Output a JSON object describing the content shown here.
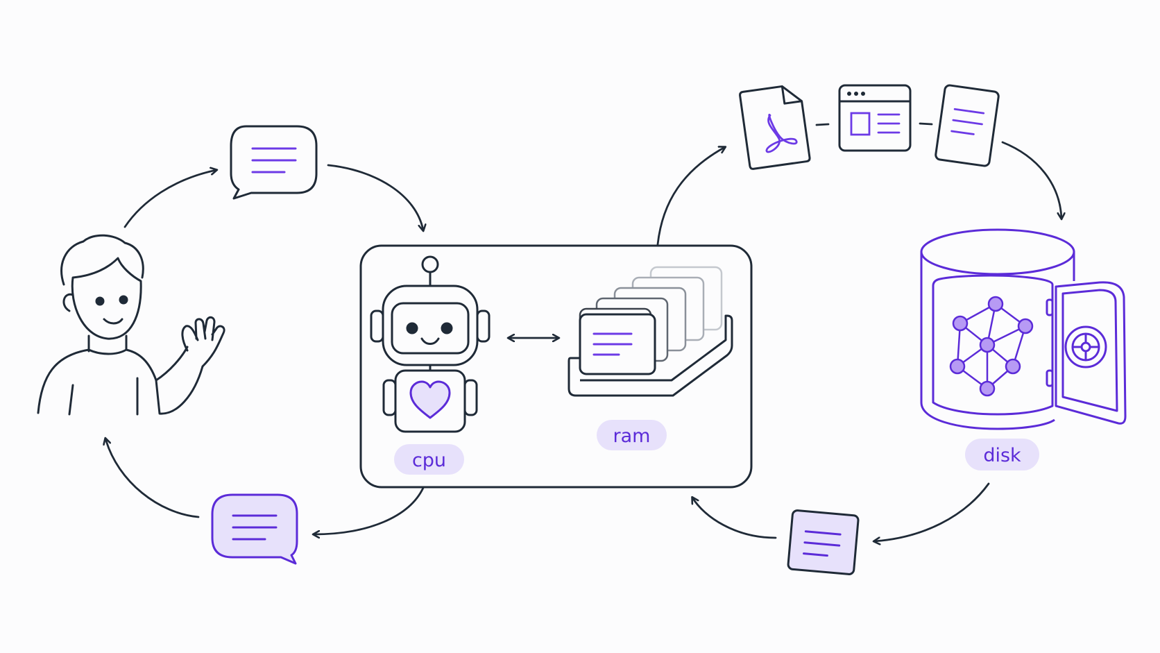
{
  "labels": {
    "cpu": "cpu",
    "ram": "ram",
    "disk": "disk"
  },
  "colors": {
    "stroke": "#1f2a37",
    "accent": "#5b2bd8",
    "accent_fill": "#e7e1fb",
    "background": "#fcfcfd"
  },
  "icons": [
    "person-icon",
    "chat-bubble-icon",
    "robot-icon",
    "heart-icon",
    "memory-tray-icon",
    "pdf-document-icon",
    "browser-window-icon",
    "text-document-icon",
    "database-vault-icon",
    "knowledge-graph-icon",
    "vault-dial-icon"
  ]
}
